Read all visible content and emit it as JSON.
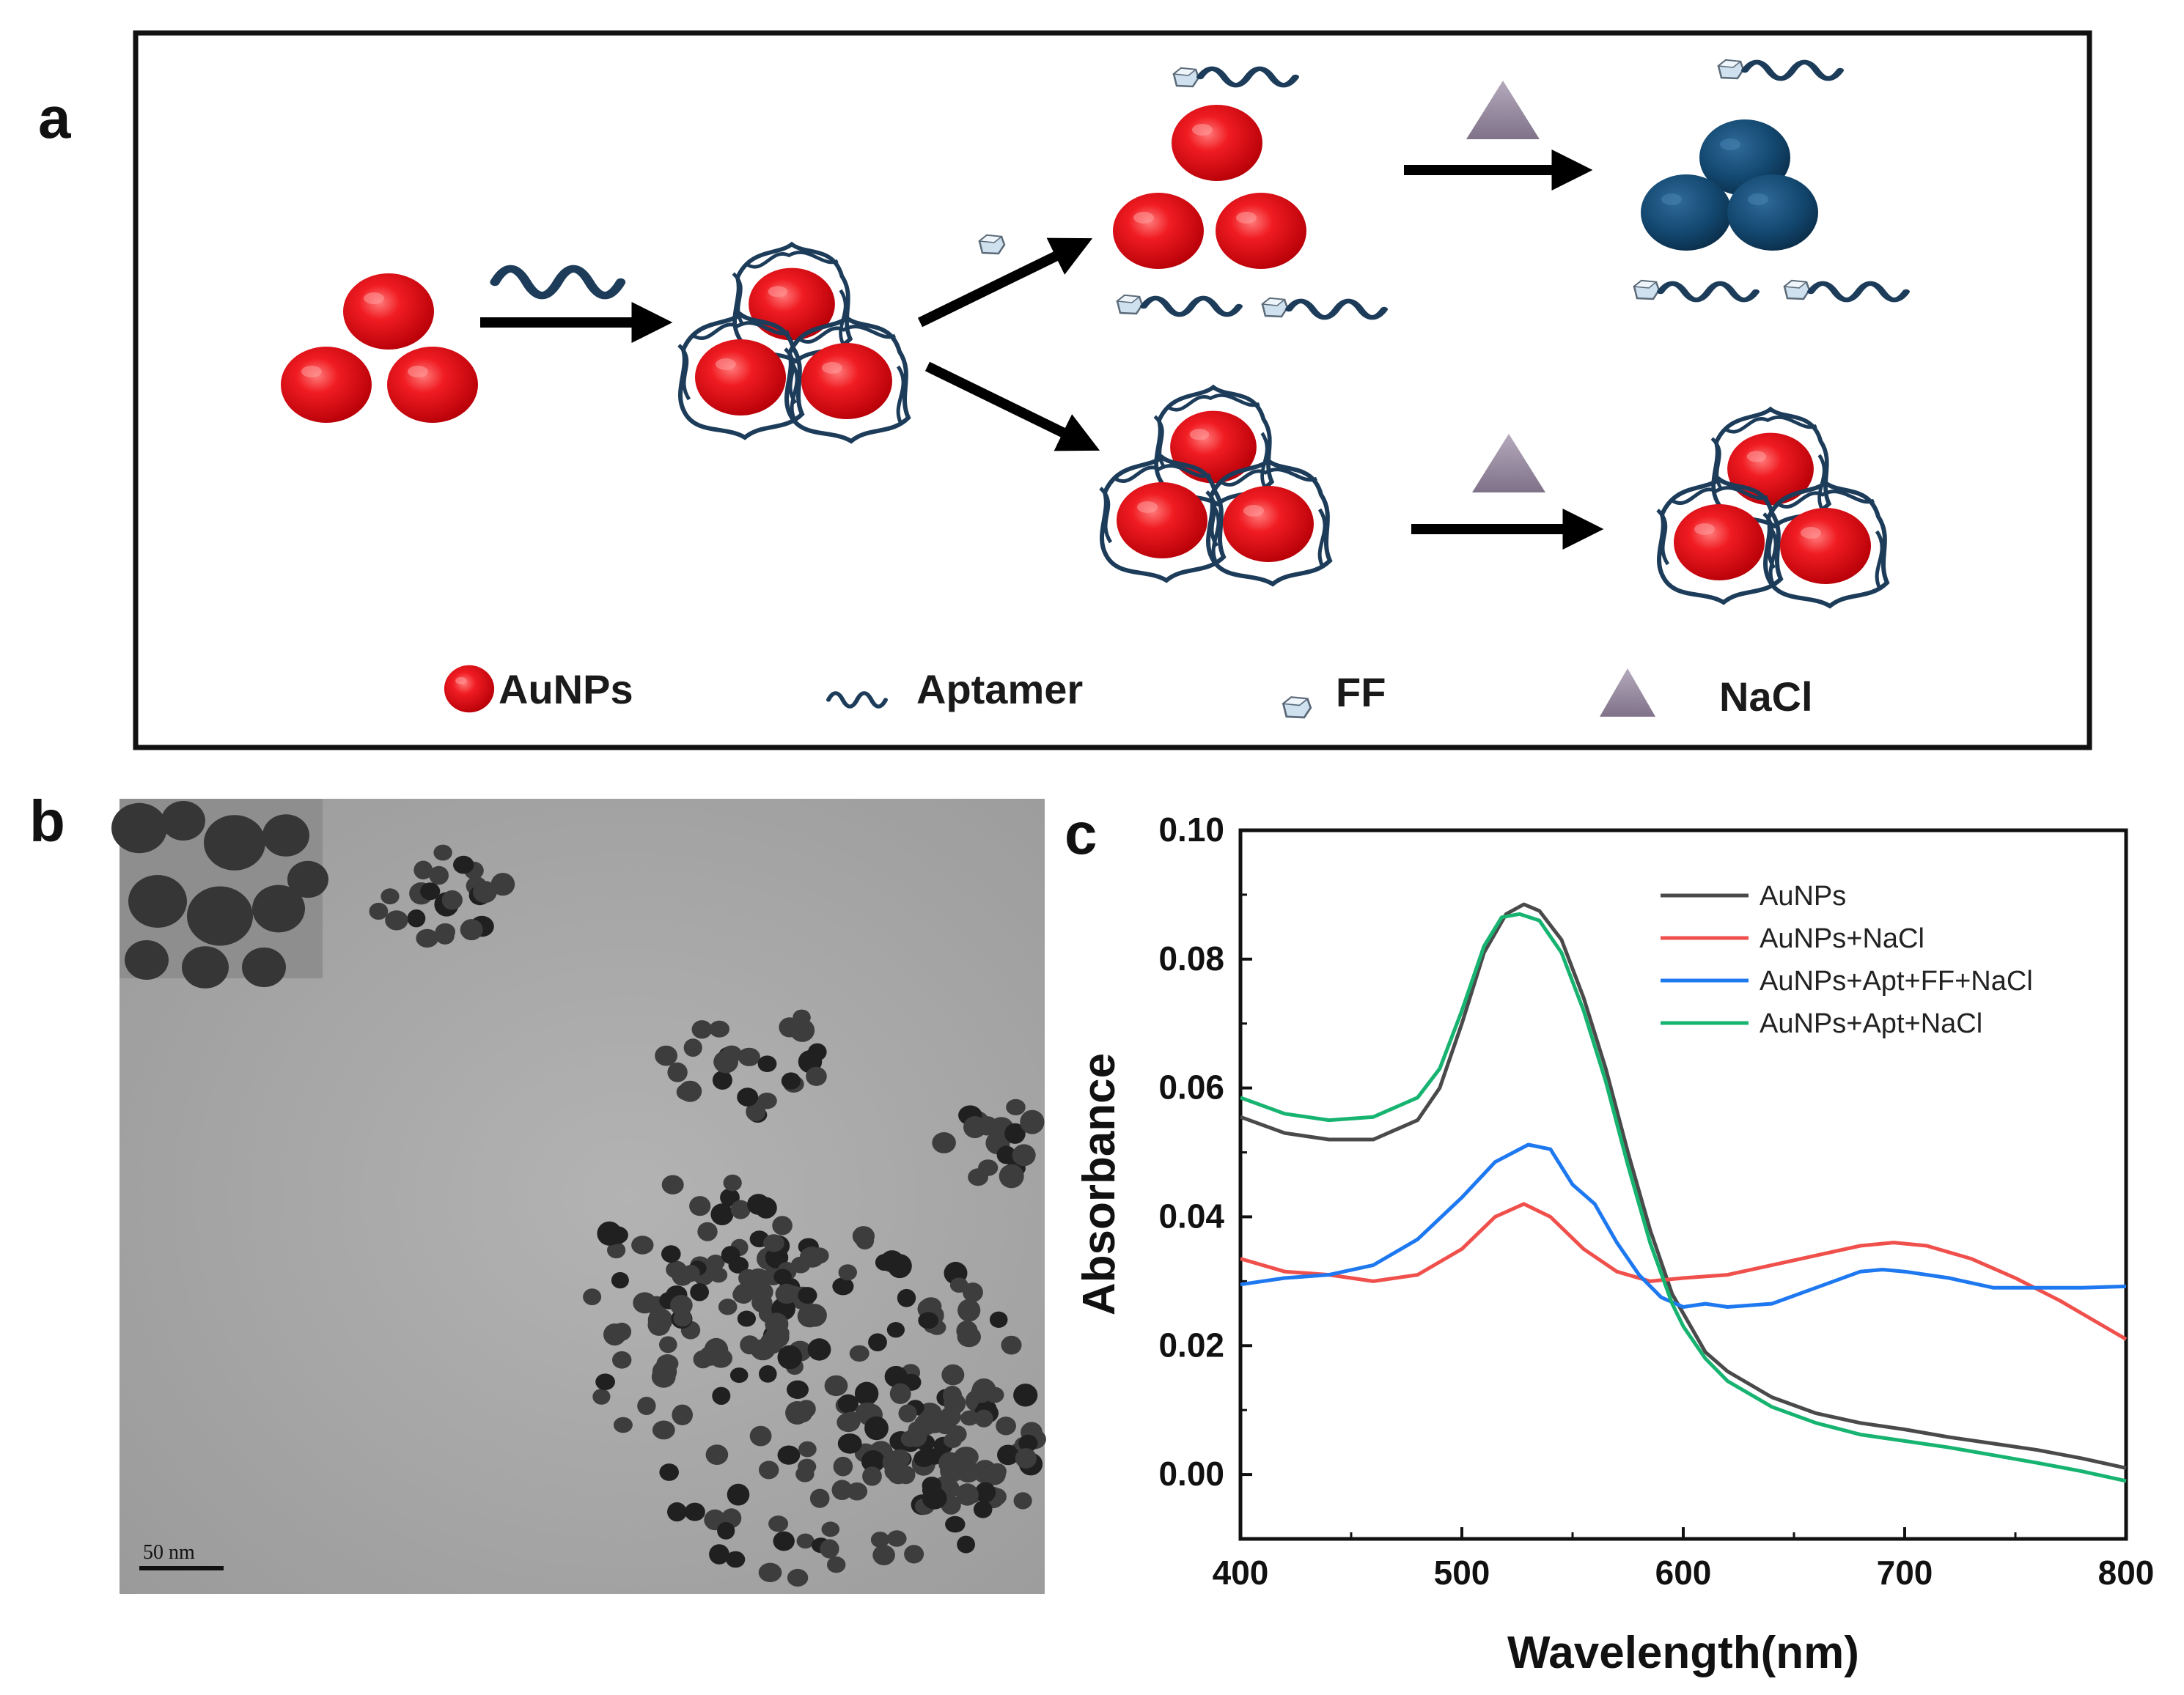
{
  "panels": {
    "a": "a",
    "b": "b",
    "c": "c"
  },
  "legend": {
    "aunps": "AuNPs",
    "aptamer": "Aptamer",
    "ff": "FF",
    "nacl": "NaCl"
  },
  "tem": {
    "scale_bar_label": "50 nm"
  },
  "colors": {
    "aunp_red": "#e5101a",
    "aggregated_blue": "#134870",
    "aptamer_strand": "#1c3c5a",
    "nacl_triangle": "#9d90a6",
    "ff_crystal": "#cfe0ef"
  },
  "chart_data": {
    "type": "line",
    "xlabel": "Wavelength(nm)",
    "ylabel": "Absorbance",
    "xlim": [
      400,
      800
    ],
    "ylim": [
      -0.01,
      0.1
    ],
    "xticks": [
      "400",
      "500",
      "600",
      "700",
      "800"
    ],
    "yticks": [
      "0.00",
      "0.02",
      "0.04",
      "0.06",
      "0.08",
      "0.10"
    ],
    "legend_position": "top-right",
    "grid": false,
    "series": [
      {
        "name": "AuNPs",
        "color": "#4a4a4a",
        "x": [
          400,
          420,
          440,
          460,
          480,
          490,
          500,
          510,
          520,
          528,
          535,
          545,
          555,
          565,
          575,
          585,
          595,
          600,
          610,
          620,
          640,
          660,
          680,
          700,
          720,
          740,
          760,
          780,
          800
        ],
        "y": [
          0.0555,
          0.053,
          0.052,
          0.052,
          0.055,
          0.06,
          0.07,
          0.081,
          0.087,
          0.0885,
          0.0875,
          0.083,
          0.074,
          0.063,
          0.05,
          0.038,
          0.028,
          0.025,
          0.019,
          0.016,
          0.012,
          0.0095,
          0.008,
          0.007,
          0.0058,
          0.0048,
          0.0038,
          0.0025,
          0.001
        ]
      },
      {
        "name": "AuNPs+NaCl",
        "color": "#f0504c",
        "x": [
          400,
          420,
          440,
          460,
          480,
          500,
          515,
          528,
          540,
          555,
          570,
          585,
          600,
          620,
          640,
          660,
          680,
          695,
          710,
          730,
          750,
          770,
          785,
          800
        ],
        "y": [
          0.0335,
          0.0315,
          0.031,
          0.03,
          0.031,
          0.035,
          0.04,
          0.042,
          0.04,
          0.035,
          0.0315,
          0.03,
          0.0305,
          0.031,
          0.0325,
          0.034,
          0.0355,
          0.036,
          0.0355,
          0.0335,
          0.0305,
          0.027,
          0.024,
          0.021
        ]
      },
      {
        "name": "AuNPs+Apt+FF+NaCl",
        "color": "#1e78f0",
        "x": [
          400,
          420,
          440,
          460,
          480,
          500,
          515,
          530,
          540,
          550,
          560,
          570,
          580,
          590,
          600,
          610,
          620,
          640,
          660,
          680,
          690,
          700,
          720,
          740,
          760,
          780,
          800
        ],
        "y": [
          0.0295,
          0.0305,
          0.031,
          0.0325,
          0.0365,
          0.043,
          0.0485,
          0.0512,
          0.0505,
          0.045,
          0.042,
          0.036,
          0.031,
          0.0275,
          0.026,
          0.0265,
          0.026,
          0.0265,
          0.029,
          0.0315,
          0.0318,
          0.0315,
          0.0305,
          0.029,
          0.029,
          0.029,
          0.0292
        ]
      },
      {
        "name": "AuNPs+Apt+NaCl",
        "color": "#17b471",
        "x": [
          400,
          420,
          440,
          460,
          480,
          490,
          500,
          510,
          518,
          526,
          535,
          545,
          555,
          565,
          575,
          585,
          595,
          600,
          610,
          620,
          640,
          660,
          680,
          700,
          720,
          740,
          760,
          780,
          800
        ],
        "y": [
          0.0585,
          0.056,
          0.055,
          0.0555,
          0.0585,
          0.063,
          0.072,
          0.082,
          0.0865,
          0.087,
          0.086,
          0.081,
          0.072,
          0.061,
          0.048,
          0.036,
          0.0265,
          0.023,
          0.018,
          0.0145,
          0.0105,
          0.008,
          0.0062,
          0.0052,
          0.0042,
          0.003,
          0.0018,
          0.0005,
          -0.001
        ]
      }
    ]
  }
}
